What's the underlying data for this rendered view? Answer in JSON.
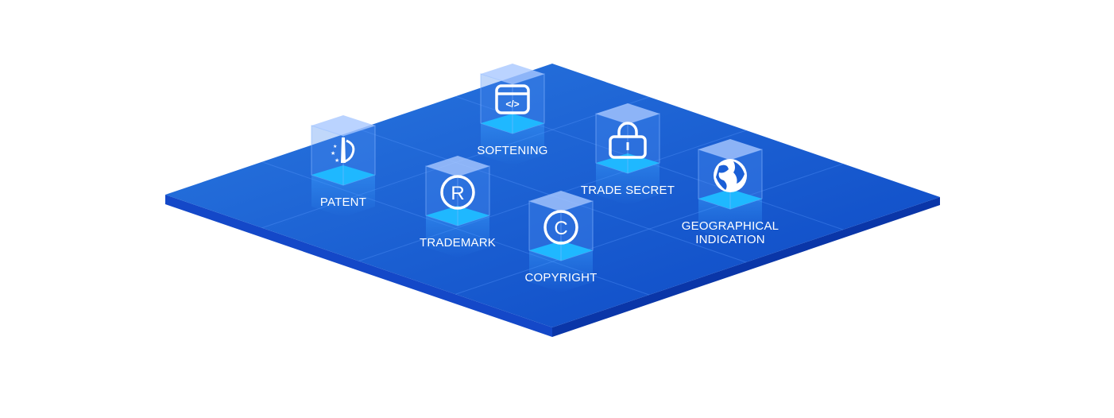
{
  "colors": {
    "platform_top": "#1a5fd6",
    "platform_side": "#0d3fb8",
    "cube_base": "#1fb8ff",
    "cube_top": "#a9c8ff"
  },
  "items": [
    {
      "id": "patent",
      "label": "PATENT",
      "icon": "patent-icon"
    },
    {
      "id": "softening",
      "label": "SOFTENING",
      "icon": "code-window-icon"
    },
    {
      "id": "trademark",
      "label": "TRADEMARK",
      "icon": "registered-icon"
    },
    {
      "id": "trade-secret",
      "label": "TRADE SECRET",
      "icon": "lock-icon"
    },
    {
      "id": "copyright",
      "label": "COPYRIGHT",
      "icon": "copyright-icon"
    },
    {
      "id": "geographical-indication",
      "label": "GEOGRAPHICAL INDICATION",
      "label_lines": [
        "GEOGRAPHICAL",
        "INDICATION"
      ],
      "icon": "globe-icon"
    }
  ]
}
